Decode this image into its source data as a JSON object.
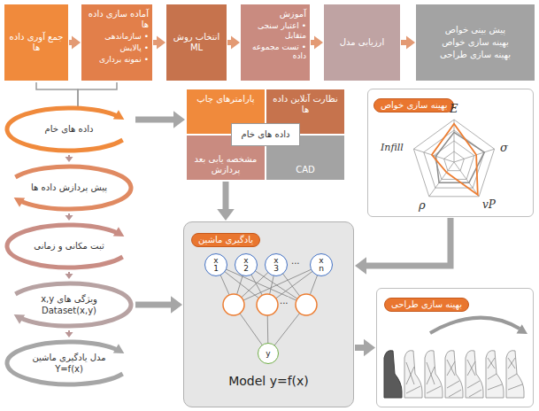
{
  "diagram": {
    "nodes": [
      {
        "text": [
          "جمع آوری داده ها"
        ]
      },
      {
        "text": [
          "آماده سازی داده ها",
          "• سازماندهی",
          "• پالایش",
          "• نمونه برداری"
        ]
      },
      {
        "text": [
          "انتخاب روش ML"
        ]
      },
      {
        "text": [
          "آموزش",
          "• اعتبار سنجی متقابل",
          "• تست مجموعه داده"
        ]
      },
      {
        "text": [
          "ارزیابی مدل"
        ]
      },
      {
        "text": [
          "پیش بینی خواص",
          "بهینه سازی خواص",
          "بهینه سازی طراحی"
        ]
      },
      {
        "text": [
          "داده های خام"
        ]
      },
      {
        "text": [
          "پیش پردازش داده ها"
        ]
      },
      {
        "text": [
          "ثبت مکانی و زمانی"
        ]
      },
      {
        "text": [
          "ویژگی های x,y",
          "Dataset(x,y)"
        ]
      },
      {
        "text": [
          "مدل یادگیری ماشین",
          "Y=f(x)"
        ]
      },
      {
        "text": [
          "پارامترهای چاپ"
        ]
      },
      {
        "text": [
          "نظارت آنلاین داده ها"
        ]
      },
      {
        "text": [
          "مشخصه یابی بعد پردازش"
        ]
      },
      {
        "text": [
          "CAD"
        ]
      },
      {
        "text": [
          "داده های خام"
        ]
      },
      {
        "text": [
          "بهینه سازی خواص"
        ]
      },
      {
        "text": [
          "یادگیری ماشین",
          "Model y=f(x)"
        ]
      },
      {
        "text": [
          "x 1"
        ],
        "in": 17
      },
      {
        "text": [
          "x 2"
        ],
        "in": 17
      },
      {
        "text": [
          "x 3"
        ],
        "in": 17
      },
      {
        "text": [
          "x n"
        ],
        "in": 17
      },
      {
        "text": [
          "y"
        ],
        "in": 17
      },
      {
        "text": [
          "بهینه سازی طراحی"
        ]
      }
    ],
    "edges": [
      {
        "from": 0,
        "to": 1,
        "arrow": "to"
      },
      {
        "from": 1,
        "to": 2,
        "arrow": "to"
      },
      {
        "from": 2,
        "to": 3,
        "arrow": "to"
      },
      {
        "from": 3,
        "to": 4,
        "arrow": "to"
      },
      {
        "from": 4,
        "to": 5,
        "arrow": "to"
      },
      {
        "from": 0,
        "to": 6,
        "arrow": "none"
      },
      {
        "from": 1,
        "to": 6,
        "arrow": "none"
      },
      {
        "from": 6,
        "to": 7,
        "arrow": "to"
      },
      {
        "from": 7,
        "to": 8,
        "arrow": "to"
      },
      {
        "from": 8,
        "to": 9,
        "arrow": "to"
      },
      {
        "from": 9,
        "to": 10,
        "arrow": "to"
      },
      {
        "from": 6,
        "to": 11,
        "arrow": "to"
      },
      {
        "from": 9,
        "to": 17,
        "arrow": "to"
      },
      {
        "from": 13,
        "to": 17,
        "arrow": "to"
      },
      {
        "from": 16,
        "to": 17,
        "arrow": "to"
      },
      {
        "from": 17,
        "to": 23,
        "arrow": "to"
      }
    ],
    "labels": [
      "E",
      "σ",
      "vP",
      "ρ",
      "Infill",
      "...",
      "..."
    ]
  }
}
